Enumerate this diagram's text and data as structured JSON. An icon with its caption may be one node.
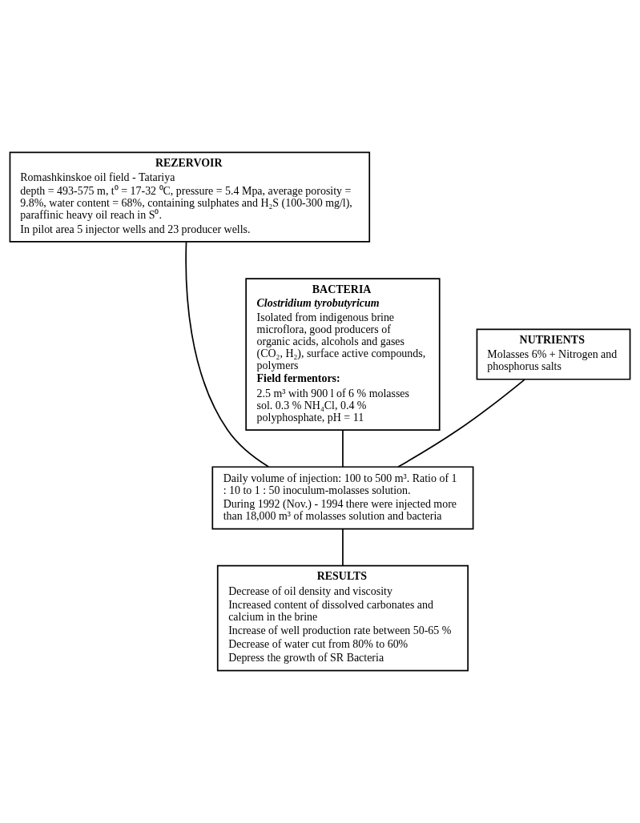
{
  "diagram": {
    "nodes": [
      {
        "text": [
          "REZERVOIR",
          "Romashkinskoe oil field - Tatariya",
          "depth = 493-575 m, t⁰ = 17-32 ⁰C, pressure = 5.4 Mpa, average porosity = 9.8%, water content = 68%, containing sulphates and H₂S (100-300 mg/l), paraffinic heavy oil reach in S⁰.",
          "In pilot area 5 injector wells and 23 producer wells."
        ]
      },
      {
        "text": [
          "BACTERIA",
          "Clostridium tyrobutyricum",
          "Isolated from indigenous brine microflora, good producers of organic acids, alcohols and gases (CO₂, H₂), surface active compounds, polymers",
          "Field fermentors:",
          "2.5 m³ with 900 l of 6 % molasses sol. 0.3 % NH₄Cl, 0.4 % polyphosphate, pH = 11"
        ]
      },
      {
        "text": [
          "NUTRIENTS",
          "Molasses 6% + Nitrogen and phosphorus salts"
        ]
      },
      {
        "text": [
          "Daily volume of injection: 100 to 500 m³. Ratio of 1 : 10 to 1 : 50 inoculum-molasses solution.",
          "During 1992 (Nov.) - 1994 there were injected more than 18,000 m³ of molasses solution and bacteria"
        ]
      },
      {
        "text": [
          "RESULTS",
          "Decrease of oil density and viscosity",
          "Increased content of dissolved carbonates and calcium in the brine",
          "Increase of well production rate between 50-65 %",
          "Decrease of water cut from 80% to 60%",
          "Depress the growth of SR Bacteria"
        ]
      }
    ],
    "edges": [
      {
        "from": 0,
        "to": 3,
        "arrow": "none"
      },
      {
        "from": 1,
        "to": 3,
        "arrow": "none"
      },
      {
        "from": 2,
        "to": 3,
        "arrow": "none"
      },
      {
        "from": 3,
        "to": 4,
        "arrow": "none"
      }
    ]
  }
}
